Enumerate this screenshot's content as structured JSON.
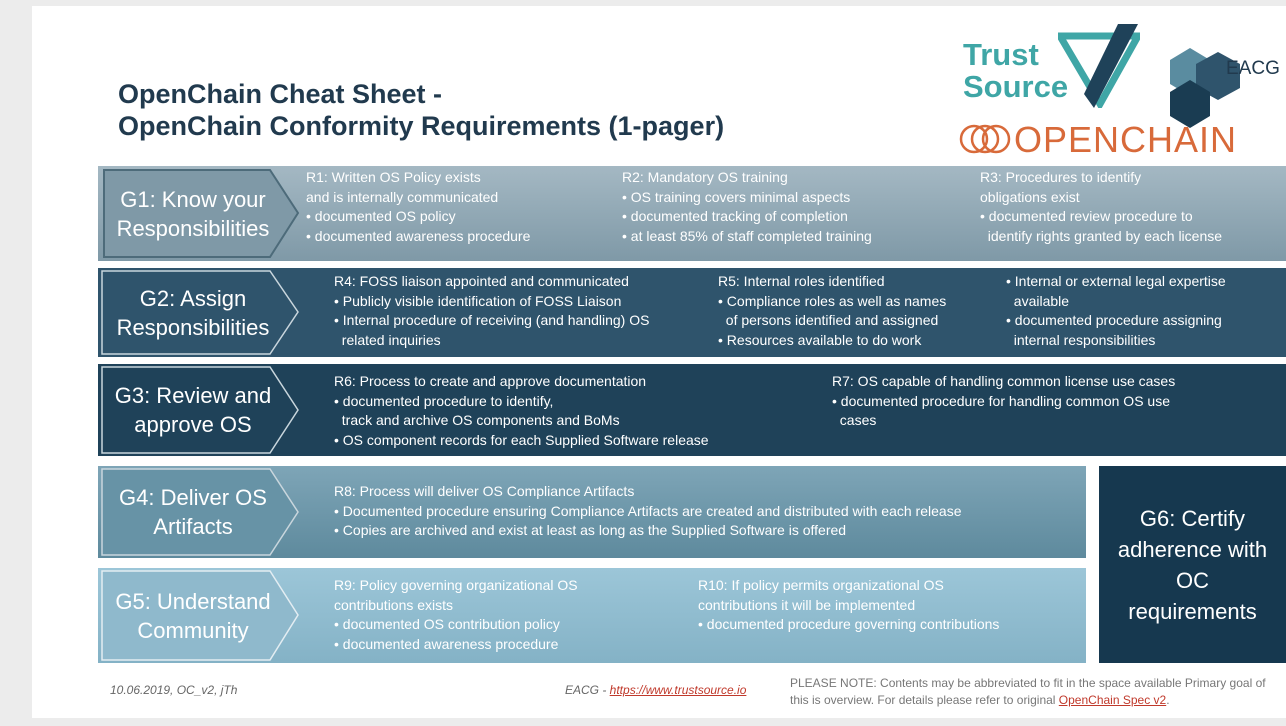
{
  "title": {
    "line1": "OpenChain Cheat Sheet -",
    "line2": "OpenChain Conformity Requirements (1-pager)"
  },
  "logos": {
    "trust": "Trust",
    "source": "Source",
    "eacg": "EACG",
    "openchain": "OPENCHAIN"
  },
  "colors": {
    "g1": "#8fa8b5",
    "g2": "#2f546c",
    "g3": "#1f4259",
    "g4": "#6793a6",
    "g5": "#8fb9cc",
    "g6": "#16384f",
    "title": "#213a4e",
    "trust_teal": "#3fa6a6",
    "openchain_orange": "#d86a3a"
  },
  "groups": [
    {
      "label": "G1: Know your Responsibilities",
      "cols": [
        {
          "head": "R1: Written OS Policy exists\nand is internally communicated",
          "items": [
            "documented OS policy",
            "documented awareness procedure"
          ]
        },
        {
          "head": "R2: Mandatory OS training",
          "items": [
            "OS training covers minimal aspects",
            "documented tracking of completion",
            "at least 85% of staff completed training"
          ]
        },
        {
          "head": "R3: Procedures to identify\nobligations exist",
          "items": [
            "documented review procedure to\n  identify rights granted by each license"
          ]
        }
      ]
    },
    {
      "label": "G2: Assign Responsibilities",
      "cols": [
        {
          "head": "R4: FOSS liaison appointed and communicated",
          "items": [
            "Publicly visible identification of FOSS Liaison",
            "Internal procedure of receiving (and handling) OS\n  related inquiries"
          ]
        },
        {
          "head": "R5: Internal roles identified",
          "items": [
            "Compliance roles as well as names\n  of persons identified and assigned",
            "Resources available to do work"
          ]
        },
        {
          "head": "",
          "items": [
            "Internal or external legal expertise\n  available",
            "documented procedure assigning\n  internal responsibilities"
          ]
        }
      ]
    },
    {
      "label": "G3: Review and approve OS",
      "cols": [
        {
          "head": "R6: Process to create and approve documentation",
          "items": [
            "documented procedure to identify,\n  track and archive OS components and BoMs",
            "OS component records for each Supplied Software release"
          ]
        },
        {
          "head": "R7: OS capable of handling common license use cases",
          "items": [
            "documented procedure for handling common OS use\n  cases"
          ]
        }
      ]
    },
    {
      "label": "G4: Deliver OS Artifacts",
      "cols": [
        {
          "head": "R8: Process will deliver OS Compliance Artifacts",
          "items": [
            "Documented procedure ensuring Compliance Artifacts are created and distributed with each release",
            "Copies are archived and exist at least as long as the Supplied Software is offered"
          ]
        }
      ]
    },
    {
      "label": "G5: Understand Community",
      "cols": [
        {
          "head": "R9: Policy governing organizational OS\ncontributions exists",
          "items": [
            "documented OS contribution policy",
            "documented awareness procedure"
          ]
        },
        {
          "head": "R10: If policy permits organizational OS\ncontributions it will be implemented",
          "items": [
            "documented procedure governing contributions"
          ]
        }
      ]
    }
  ],
  "g6": "G6: Certify adherence with OC requirements",
  "footer": {
    "left": "10.06.2019, OC_v2, jTh",
    "center_prefix": "EACG - ",
    "center_link": "https://www.trustsource.io",
    "note": "PLEASE NOTE: Contents may be abbreviated to fit in the space available Primary goal of this is overview. For details please refer to original ",
    "note_link": "OpenChain Spec v2",
    "note_end": "."
  }
}
